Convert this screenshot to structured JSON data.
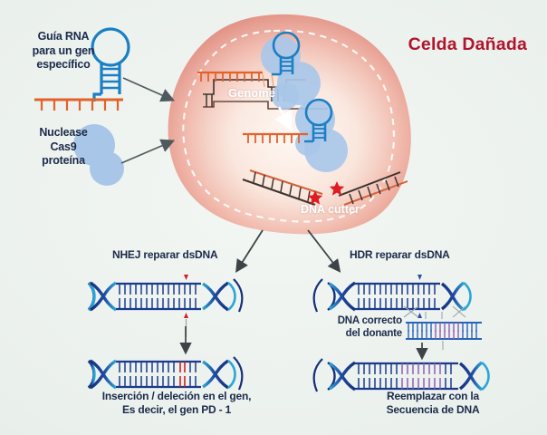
{
  "figure": {
    "title": "Celda Dañada",
    "title_color": "#b0152b",
    "background_color": "#eaf0ec",
    "label_color": "#1b2a4a"
  },
  "inputs": {
    "guide_rna_label": "Guía RNA\npara un gen\nespecífico",
    "guide_rna_icon": "rna-hairpin-icon",
    "nuclease_label": "Nuclease\nCas9\nproteína",
    "nuclease_icon": "cas9-protein-icon"
  },
  "cell": {
    "name": "damaged-cell",
    "fill_outer": "#e08b7e",
    "fill_inner": "#fbe2d6",
    "nucleus_boundary": "dashed-white",
    "genome_label": "Genome",
    "cutter_label": "DNA cutter",
    "cut_marker_color": "#e11b22",
    "cut_marker_icon": "red-star-icon",
    "protein_color": "#a8c6e8",
    "rna_color": "#1b7fc4",
    "target_strand_color": "#e2622a"
  },
  "pathways": {
    "left": {
      "label": "NHEJ reparar dsDNA",
      "arrow_icon": "arrow-down-left-icon",
      "cut_marker_color": "#cf1f24",
      "result_caption": "Inserción / deleción en el gen,\nEs decir, el gen PD - 1",
      "dna_color": "#1b3a8c",
      "dna_accent": "#2aa6d6"
    },
    "right": {
      "label": "HDR reparar dsDNA",
      "arrow_icon": "arrow-down-right-icon",
      "cut_marker_color": "#2b4fa0",
      "donor_label": "DNA correcto\ndel donante",
      "donor_color_ends": "#2a63b8",
      "donor_color_middle": "#8f5fb5",
      "result_caption": "Reemplazar con la\nSecuencia de DNA",
      "dna_color": "#1b3a8c",
      "dna_accent": "#2aa6d6"
    }
  }
}
